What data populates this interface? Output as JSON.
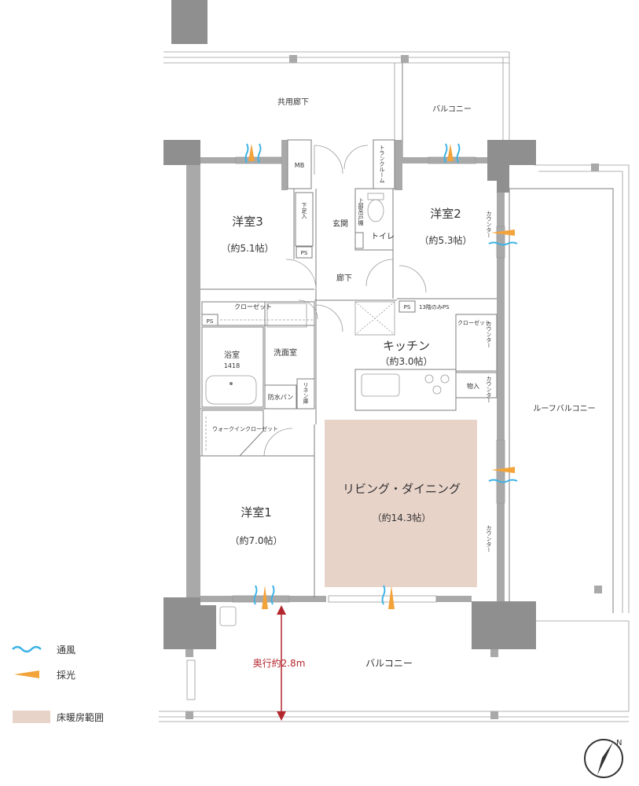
{
  "rooms": {
    "common_corridor": "共用廊下",
    "balcony_top": "バルコニー",
    "mb": "MB",
    "trunk_room": "トランクルーム",
    "western3": "洋室3",
    "western3_size": "（約5.1帖）",
    "western2": "洋室2",
    "western2_size": "（約5.3帖）",
    "shoe_box": "下足入",
    "entrance": "玄関",
    "overhead_cabinet": "上部吊戸棚",
    "toilet": "トイレ",
    "ps": "PS",
    "hallway": "廊下",
    "closet": "クローゼット",
    "ps_13f": "13階のみPS",
    "closet2": "クローゼット",
    "bathroom": "浴室",
    "bath_size": "1418",
    "washroom": "洗面室",
    "waterproof_pan": "防水パン",
    "linen": "リネン庫",
    "kitchen": "キッチン",
    "kitchen_size": "（約3.0帖）",
    "storage": "物入",
    "counter": "カウンター",
    "walkin_closet": "ウォークインクローゼット",
    "roof_balcony": "ルーフバルコニー",
    "living_dining": "リビング・ダイニング",
    "living_size": "（約14.3帖）",
    "western1": "洋室1",
    "western1_size": "（約7.0帖）",
    "depth": "奥行約2.8m",
    "balcony_bottom": "バルコニー"
  },
  "legend": {
    "ventilation": "通風",
    "daylight": "採光",
    "floor_heating": "床暖房範囲"
  },
  "compass": {
    "label": "N"
  },
  "colors": {
    "floor_heating": "#e8d3c9",
    "wet_area": "#bcc9e2",
    "storage": "#e7dcc2",
    "wall": "#a9a9a9",
    "ventilation": "#3db3e6",
    "daylight": "#f2a33a",
    "depth_arrow": "#b3262d"
  }
}
